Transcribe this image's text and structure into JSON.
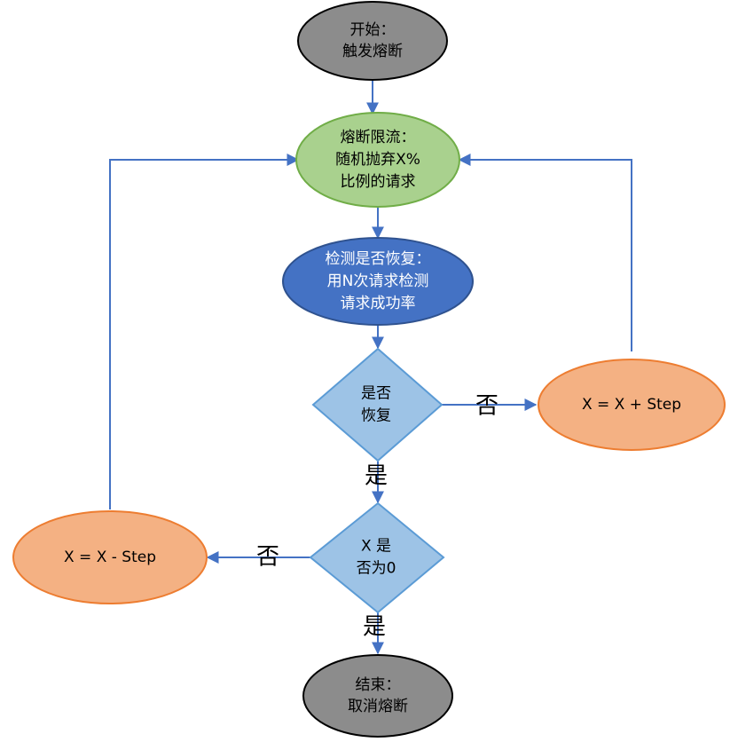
{
  "colors": {
    "terminal_fill": "#8c8c8c",
    "process_fill": "#a9d18e",
    "process_stroke": "#70ad47",
    "detect_fill": "#4472c4",
    "detect_stroke": "#2f528f",
    "decision_fill": "#9dc3e6",
    "decision_stroke": "#5b9bd5",
    "adjust_fill": "#f4b183",
    "adjust_stroke": "#ed7d31",
    "edge": "#4472c4",
    "text_dark": "#000000",
    "text_light": "#ffffff"
  },
  "nodes": {
    "start": {
      "lines": [
        "开始：",
        "触发熔断"
      ]
    },
    "throttle": {
      "lines": [
        "熔断限流：",
        "随机抛弃X%",
        "比例的请求"
      ]
    },
    "detect": {
      "lines": [
        "检测是否恢复：",
        "用N次请求检测",
        "请求成功率"
      ]
    },
    "recovered_check": {
      "lines": [
        "是否",
        "恢复"
      ]
    },
    "increase": {
      "lines": [
        "X = X + Step"
      ]
    },
    "zero_check": {
      "lines": [
        "X 是",
        "否为0"
      ]
    },
    "decrease": {
      "lines": [
        "X = X - Step"
      ]
    },
    "end": {
      "lines": [
        "结束：",
        "取消熔断"
      ]
    }
  },
  "edge_labels": {
    "recovered_no": "否",
    "recovered_yes": "是",
    "zero_no": "否",
    "zero_yes": "是"
  }
}
